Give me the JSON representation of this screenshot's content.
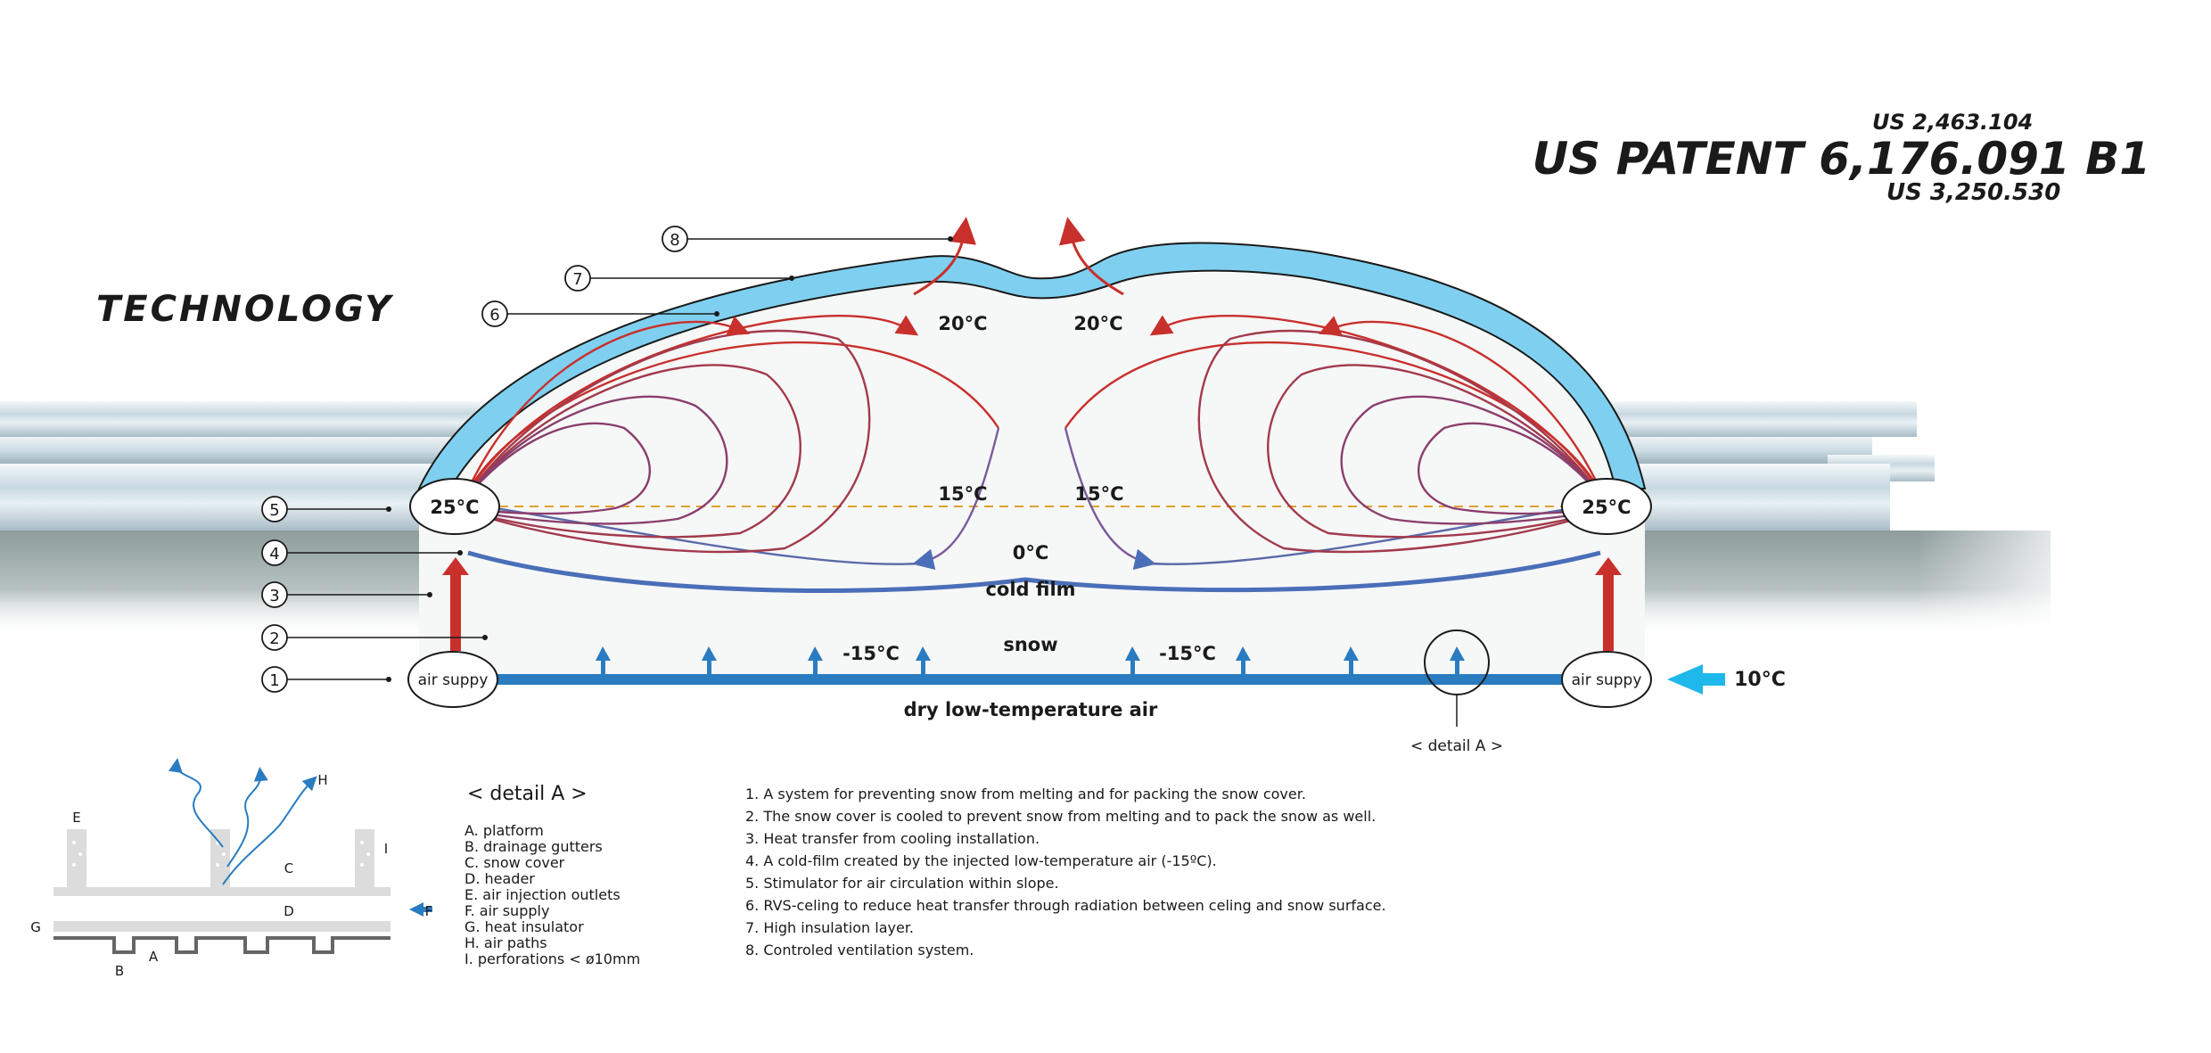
{
  "header": {
    "title": "TECHNOLOGY",
    "patent_top": "US 2,463.104",
    "patent_main": "US PATENT 6,176.091 B1",
    "patent_bottom": "US 3,250.530"
  },
  "temperatures": {
    "left_outlet": "25°C",
    "right_outlet": "25°C",
    "top_left": "20°C",
    "top_right": "20°C",
    "mid_left": "15°C",
    "mid_right": "15°C",
    "zero": "0°C",
    "cold_left": "-15°C",
    "cold_right": "-15°C",
    "inlet": "10°C"
  },
  "labels": {
    "cold_film": "cold film",
    "snow": "snow",
    "air_supply_left": "air suppy",
    "air_supply_right": "air suppy",
    "dry_air": "dry low-temperature air",
    "detail_marker": "< detail A >"
  },
  "callouts": [
    "1",
    "2",
    "3",
    "4",
    "5",
    "6",
    "7",
    "8"
  ],
  "detail": {
    "title": "< detail A >",
    "letters": {
      "E": "E",
      "C": "C",
      "I": "I",
      "D": "D",
      "G": "G",
      "F": "F",
      "A": "A",
      "B": "B",
      "H": "H"
    },
    "legend": [
      "A.  platform",
      "B.  drainage gutters",
      "C.  snow cover",
      "D.  header",
      "E.  air injection outlets",
      "F.  air supply",
      "G.  heat insulator",
      "H.  air paths",
      "I.   perforations < ø10mm"
    ]
  },
  "descriptions": [
    "1. A system for preventing snow from melting and for packing the snow cover.",
    "2. The snow cover is cooled to prevent snow from melting and to pack the snow as well.",
    "3. Heat transfer from cooling installation.",
    "4. A cold-film created by the injected low-temperature air (-15ºC).",
    "5. Stimulator for air circulation within slope.",
    "6. RVS-celing to reduce heat transfer through radiation between celing and snow surface.",
    "7. High insulation layer.",
    "8. Controled ventilation system."
  ],
  "colors": {
    "insulation": "#7fd0f0",
    "warm_air": "#c8302c",
    "cold_air": "#4a6fb8",
    "supply_pipe": "#2a7cc0",
    "inlet_arrow": "#1fb8ea"
  }
}
